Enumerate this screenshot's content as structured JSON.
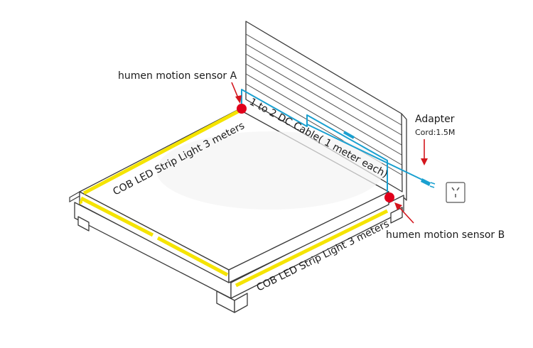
{
  "labels": {
    "sensor_a": "humen motion sensor A",
    "sensor_b": "humen motion sensor B",
    "cable": "1 to 2 DC Cable( 1 meter each)",
    "strip_left": "COB LED Strip Light 3 meters",
    "strip_front": "COB LED Strip Light 3 meters",
    "adapter": "Adapter",
    "cord": "Cord:1.5M"
  },
  "colors": {
    "outline": "#3a3a3a",
    "led_strip": "#f5e400",
    "cable": "#1aa0d0",
    "sensor": "#e0001b",
    "arrow": "#d4161d"
  }
}
